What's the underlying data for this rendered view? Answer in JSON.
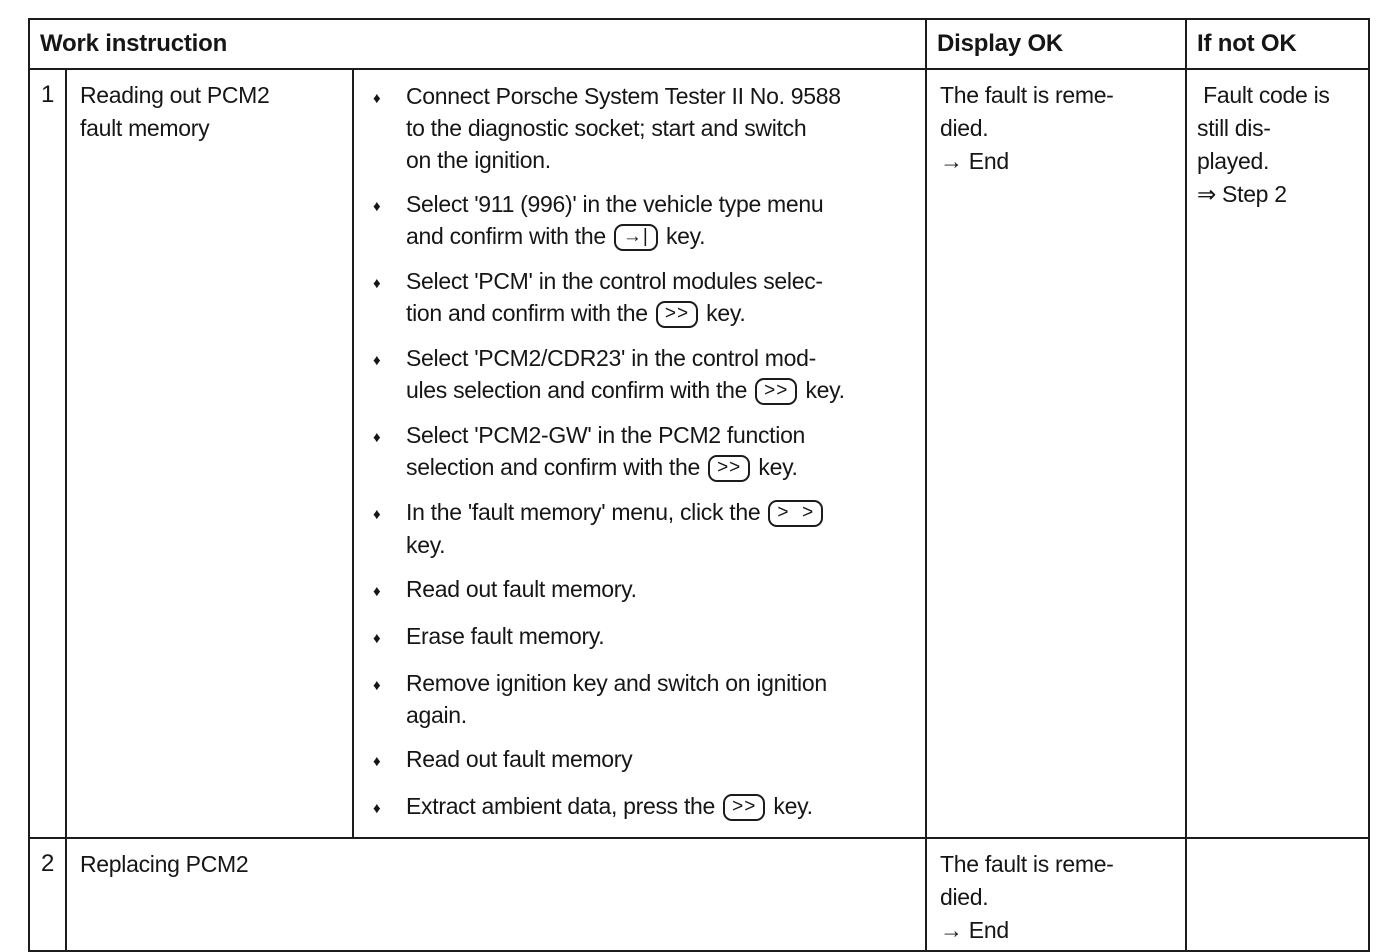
{
  "table": {
    "bullet_glyph": "♦",
    "headers": {
      "work_instruction": "Work instruction",
      "display_ok": "Display OK",
      "if_not_ok": "If not OK"
    },
    "rows": [
      {
        "num": "1",
        "title": "Reading out PCM2\nfault memory",
        "steps": [
          {
            "text": "Connect Porsche System Tester II No. 9588\nto the diagnostic socket; start and switch\non the ignition."
          },
          {
            "prefix": "Select '911 (996)' in the vehicle type menu\nand confirm with the ",
            "key": "→|",
            "suffix": " key."
          },
          {
            "prefix": "Select 'PCM' in the control modules selec-\ntion and confirm with the ",
            "key": ">>",
            "suffix": " key."
          },
          {
            "prefix": "Select 'PCM2/CDR23' in the control mod-\nules selection and confirm with the ",
            "key": ">>",
            "suffix": " key."
          },
          {
            "prefix": "Select 'PCM2-GW' in the PCM2 function\nselection and confirm with the ",
            "key": ">>",
            "suffix": " key."
          },
          {
            "prefix": "In the 'fault memory' menu, click the ",
            "key": ">  >",
            "suffix": "\nkey."
          },
          {
            "text": "Read out fault memory."
          },
          {
            "text": "Erase fault memory."
          },
          {
            "text": "Remove ignition key and switch on ignition\nagain."
          },
          {
            "text": "Read out fault memory"
          },
          {
            "prefix": "Extract ambient data, press the ",
            "key": ">>",
            "suffix": " key."
          }
        ],
        "display_ok": "The fault is reme-\ndied.\n→ End",
        "if_not_ok": " Fault code is\nstill dis-\nplayed.\n⇒ Step 2"
      },
      {
        "num": "2",
        "title": "Replacing PCM2",
        "display_ok": "The fault is reme-\ndied.\n→ End",
        "if_not_ok": ""
      }
    ]
  }
}
